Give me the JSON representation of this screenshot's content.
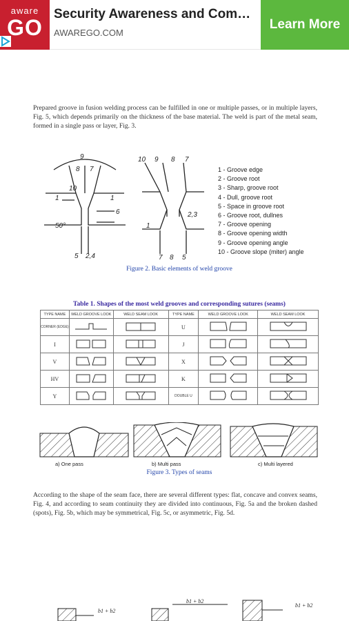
{
  "ad": {
    "logo_line1": "aware",
    "logo_line2": "GO",
    "title": "Security Awareness and Compli...",
    "domain": "AWAREGO.COM",
    "cta": "Learn More"
  },
  "article": {
    "paragraph1": "Prepared groove in fusion welding process can be fulfilled in one or multiple passes, or in multiple layers, Fig. 5, which depends primarily on the thickness of the base material. The weld is part of the metal seam, formed in a single pass or layer, Fig. 3.",
    "figure2": {
      "left_labels": [
        "9",
        "8",
        "7",
        "10",
        "1",
        "1",
        "6",
        "50°",
        "5",
        "2,4"
      ],
      "right_labels": [
        "10",
        "9",
        "8",
        "7",
        "2,3",
        "1",
        "7",
        "8",
        "5"
      ],
      "legend": [
        "1 - Groove edge",
        "2 - Groove root",
        "3 - Sharp, groove root",
        "4 - Dull, groove root",
        "5 - Space in groove root",
        "6 - Groove root, dullnes",
        "7 - Groove opening",
        "8 - Groove opening width",
        "9 - Groove opening angle",
        "10 - Groove slope (miter) angle"
      ],
      "caption": "Figure 2. Basic elements of weld groove"
    },
    "table1": {
      "title": "Table 1. Shapes of the most weld grooves and corresponding sutures (seams)",
      "headers": [
        "TYPE NAME",
        "WELD GROOVE LOOK",
        "WELD SEAM LOOK",
        "TYPE NAME",
        "WELD GROOVE LOOK",
        "WELD SEAM LOOK"
      ],
      "rows": [
        {
          "left": "CORNER (EDGE)",
          "right": "U"
        },
        {
          "left": "I",
          "right": "J"
        },
        {
          "left": "V",
          "right": "X"
        },
        {
          "left": "HV",
          "right": "K"
        },
        {
          "left": "Y",
          "right": "DOUBLE U"
        }
      ]
    },
    "figure3": {
      "labels": [
        "a) One pass",
        "b) Multi pass",
        "c) Multi layered"
      ],
      "caption": "Figure 3. Types of seams"
    },
    "paragraph2": "According to the shape of the seam face, there are several different types: flat, concave and convex seams, Fig. 4, and according to seam continuity they are divided into continuous, Fig. 5a and the broken dashed (spots), Fig. 5b, which may be symmetrical, Fig. 5c, or asymmetric, Fig. 5d.",
    "figure5_labels": [
      "b1 + b2",
      "b1 + b2",
      "b1 + b2"
    ]
  },
  "colors": {
    "brand_red": "#c8202f",
    "cta_green": "#5cb83e",
    "caption_blue": "#2244aa",
    "table_title_purple": "#3a2aa0"
  }
}
